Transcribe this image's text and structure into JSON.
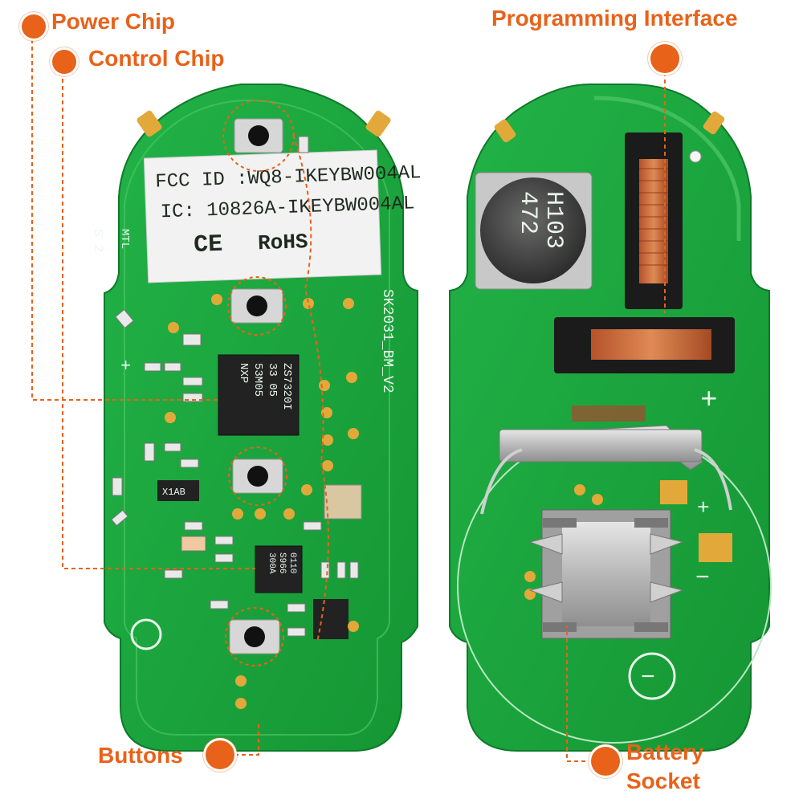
{
  "callouts": {
    "power_chip": "Power Chip",
    "control_chip": "Control Chip",
    "programming_interface": "Programming Interface",
    "buttons": "Buttons",
    "battery_socket_line1": "Battery",
    "battery_socket_line2": "Socket"
  },
  "front_board": {
    "label_fcc": "FCC ID :WQ8-IKEYBW004AL",
    "label_ic": "IC:  10826A-IKEYBW004AL",
    "label_ce": "CE",
    "label_rohs": "RoHS",
    "silk_model": "SK2031_BM_V2",
    "silk_mtl": "MTL",
    "silk_s": "S 2",
    "chip1_line1": "NXP",
    "chip1_line2": "53M05",
    "chip1_line3": "33 05",
    "chip1_line4": "ZS7320I",
    "chip2_line1": "300A",
    "chip2_line2": "S966",
    "chip2_line3": "0110",
    "chip3_text": "X1AB",
    "plus_sign": "+"
  },
  "back_board": {
    "inductor_line1": "472",
    "inductor_line2": "H103",
    "plus_top": "+",
    "plus_small": "+",
    "minus_small": "−",
    "minus_circle": "−"
  },
  "colors": {
    "accent": "#e8621a",
    "pcb_green": "#1fa83f",
    "pcb_dark": "#13882f",
    "gold_pad": "#e2a93a"
  }
}
